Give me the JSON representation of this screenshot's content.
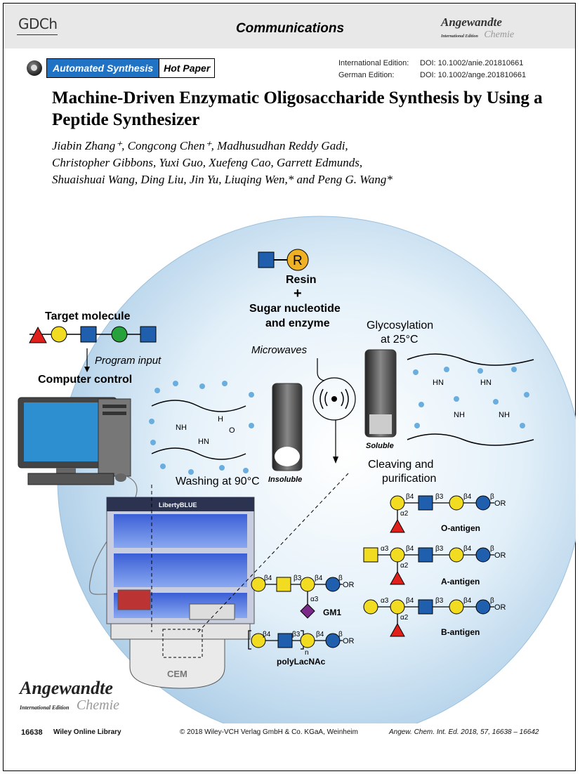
{
  "header": {
    "society": "GDCh",
    "section": "Communications",
    "journal_logo": {
      "name": "Angewandte",
      "edition": "International Edition",
      "sub": "Chemie"
    }
  },
  "tags": {
    "primary": "Automated Synthesis",
    "secondary": "Hot Paper"
  },
  "doi": {
    "intl_label": "International Edition:",
    "intl_value": "DOI: 10.1002/anie.201810661",
    "german_label": "German Edition:",
    "german_value": "DOI: 10.1002/ange.201810661"
  },
  "article": {
    "title": "Machine-Driven Enzymatic Oligosaccharide Synthesis by Using a Peptide Synthesizer",
    "authors_line1": "Jiabin Zhang⁺, Congcong Chen⁺, Madhusudhan Reddy Gadi,",
    "authors_line2": "Christopher Gibbons, Yuxi Guo, Xuefeng Cao, Garrett Edmunds,",
    "authors_line3": "Shuaishuai Wang, Ding Liu, Jin Yu, Liuqing Wen,* and Peng G. Wang*"
  },
  "figure": {
    "target_molecule": "Target molecule",
    "program_input": "Program input",
    "computer_control": "Computer control",
    "resin_letter": "R",
    "resin": "Resin",
    "plus": "+",
    "sugar_nucleotide": "Sugar nucleotide",
    "and_enzyme": "and enzyme",
    "microwaves": "Microwaves",
    "glycosylation": "Glycosylation",
    "at_25": "at 25°C",
    "washing": "Washing at 90°C",
    "insoluble": "Insoluble",
    "soluble": "Soluble",
    "cleaving": "Cleaving and",
    "purification": "purification",
    "synthesizer_brand": "LibertyBLUE",
    "synthesizer_base": "CEM",
    "colors": {
      "sphere": "#d7e9f6",
      "glc_blue": "#1f5fad",
      "gal_yellow": "#f2dc21",
      "man_green": "#27a23a",
      "fuc_red": "#e0201b",
      "sia_purple": "#7b2a8a"
    },
    "linkages": {
      "b4": "β4",
      "b3": "β3",
      "b": "β",
      "a2": "α2",
      "a3": "α3",
      "n": "n",
      "or": "OR"
    },
    "chem_labels": {
      "nh": "NH",
      "hn": "HN",
      "h": "H",
      "o": "O"
    },
    "antigens": {
      "o_antigen": "O-antigen",
      "a_antigen": "A-antigen",
      "b_antigen": "B-antigen",
      "gm1": "GM1",
      "polylacnac": "polyLacNAc"
    }
  },
  "footer": {
    "page": "16638",
    "library": "Wiley Online Library",
    "copyright": "© 2018 Wiley-VCH Verlag GmbH & Co. KGaA, Weinheim",
    "citation": "Angew. Chem. Int. Ed. 2018, 57, 16638 – 16642",
    "logo_name": "Angewandte",
    "logo_edition": "International Edition",
    "logo_sub": "Chemie"
  }
}
